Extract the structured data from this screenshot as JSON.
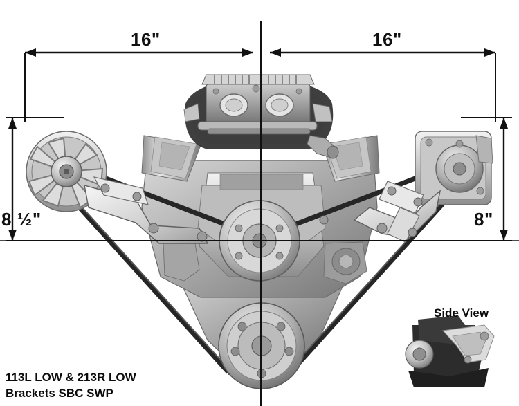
{
  "diagram": {
    "title_caption_line1": "113L LOW & 213R LOW",
    "title_caption_line2": "Brackets SBC SWP",
    "side_view_label": "Side View",
    "dimensions": {
      "top_left": "16\"",
      "top_right": "16\"",
      "left_height": "8 ½\"",
      "right_height": "8\""
    },
    "colors": {
      "background": "#ffffff",
      "line": "#000000",
      "text": "#0b0b0b",
      "metal_light": "#e2e2e2",
      "metal_mid": "#a8a8a8",
      "metal_dark": "#5f5f5f",
      "belt": "#2b2b2b"
    }
  }
}
